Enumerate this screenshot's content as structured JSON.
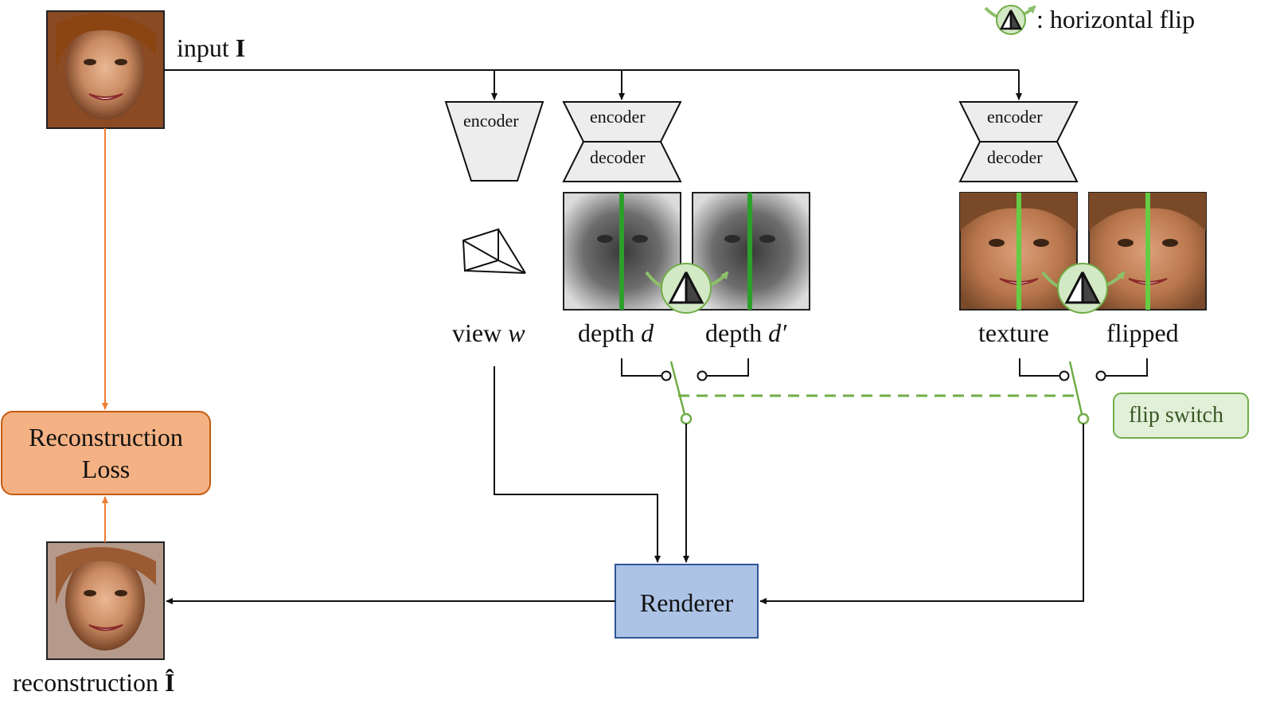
{
  "legend": {
    "text": ": horizontal flip"
  },
  "input": {
    "label_prefix": "input",
    "label_symbol": "I"
  },
  "reconstruction": {
    "label_prefix": "reconstruction",
    "label_symbol": "Î"
  },
  "loss": {
    "line1": "Reconstruction",
    "line2": "Loss"
  },
  "view_encoder": {
    "label": "encoder"
  },
  "view": {
    "label_prefix": "view",
    "label_symbol": "w"
  },
  "depth_net": {
    "encoder_label": "encoder",
    "decoder_label": "decoder"
  },
  "depth": {
    "label_prefix": "depth",
    "label_symbol": "d"
  },
  "depth_flipped": {
    "label_prefix": "depth",
    "label_symbol": "d′"
  },
  "texture_net": {
    "encoder_label": "encoder",
    "decoder_label": "decoder"
  },
  "texture": {
    "label": "texture"
  },
  "texture_flipped": {
    "label": "flipped"
  },
  "switch": {
    "label": "flip switch"
  },
  "renderer": {
    "label": "Renderer"
  },
  "colors": {
    "loss_fill": "#f4b183",
    "loss_stroke": "#c55a11",
    "renderer_fill": "#adc3e6",
    "renderer_stroke": "#2f5597",
    "switch_green": "#70ad47",
    "switch_fill": "#e2efd9",
    "symmetry_line_depth": "#2ca02c",
    "symmetry_line_texture": "#66cc44",
    "loss_arrow": "#ed7d31"
  }
}
